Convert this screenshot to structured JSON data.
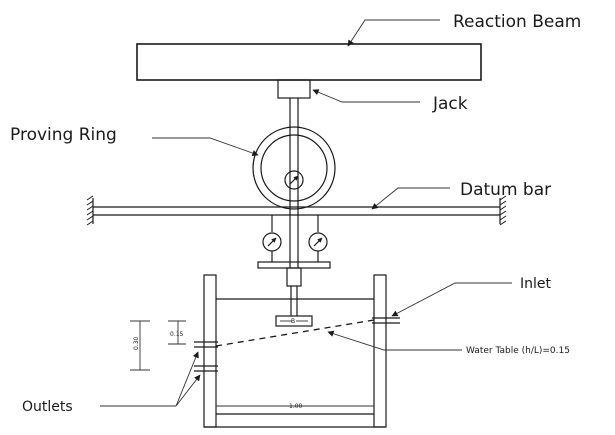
{
  "labels": {
    "reaction_beam": "Reaction Beam",
    "jack": "Jack",
    "proving_ring": "Proving Ring",
    "datum_bar": "Datum bar",
    "inlet": "Inlet",
    "water_table": "Water Table (h/L)=0.15",
    "outlets": "Outlets"
  },
  "dimensions": {
    "height_total": "0.30",
    "height_water": "0.15",
    "tank_length": "1.00",
    "footing_width": "B"
  }
}
